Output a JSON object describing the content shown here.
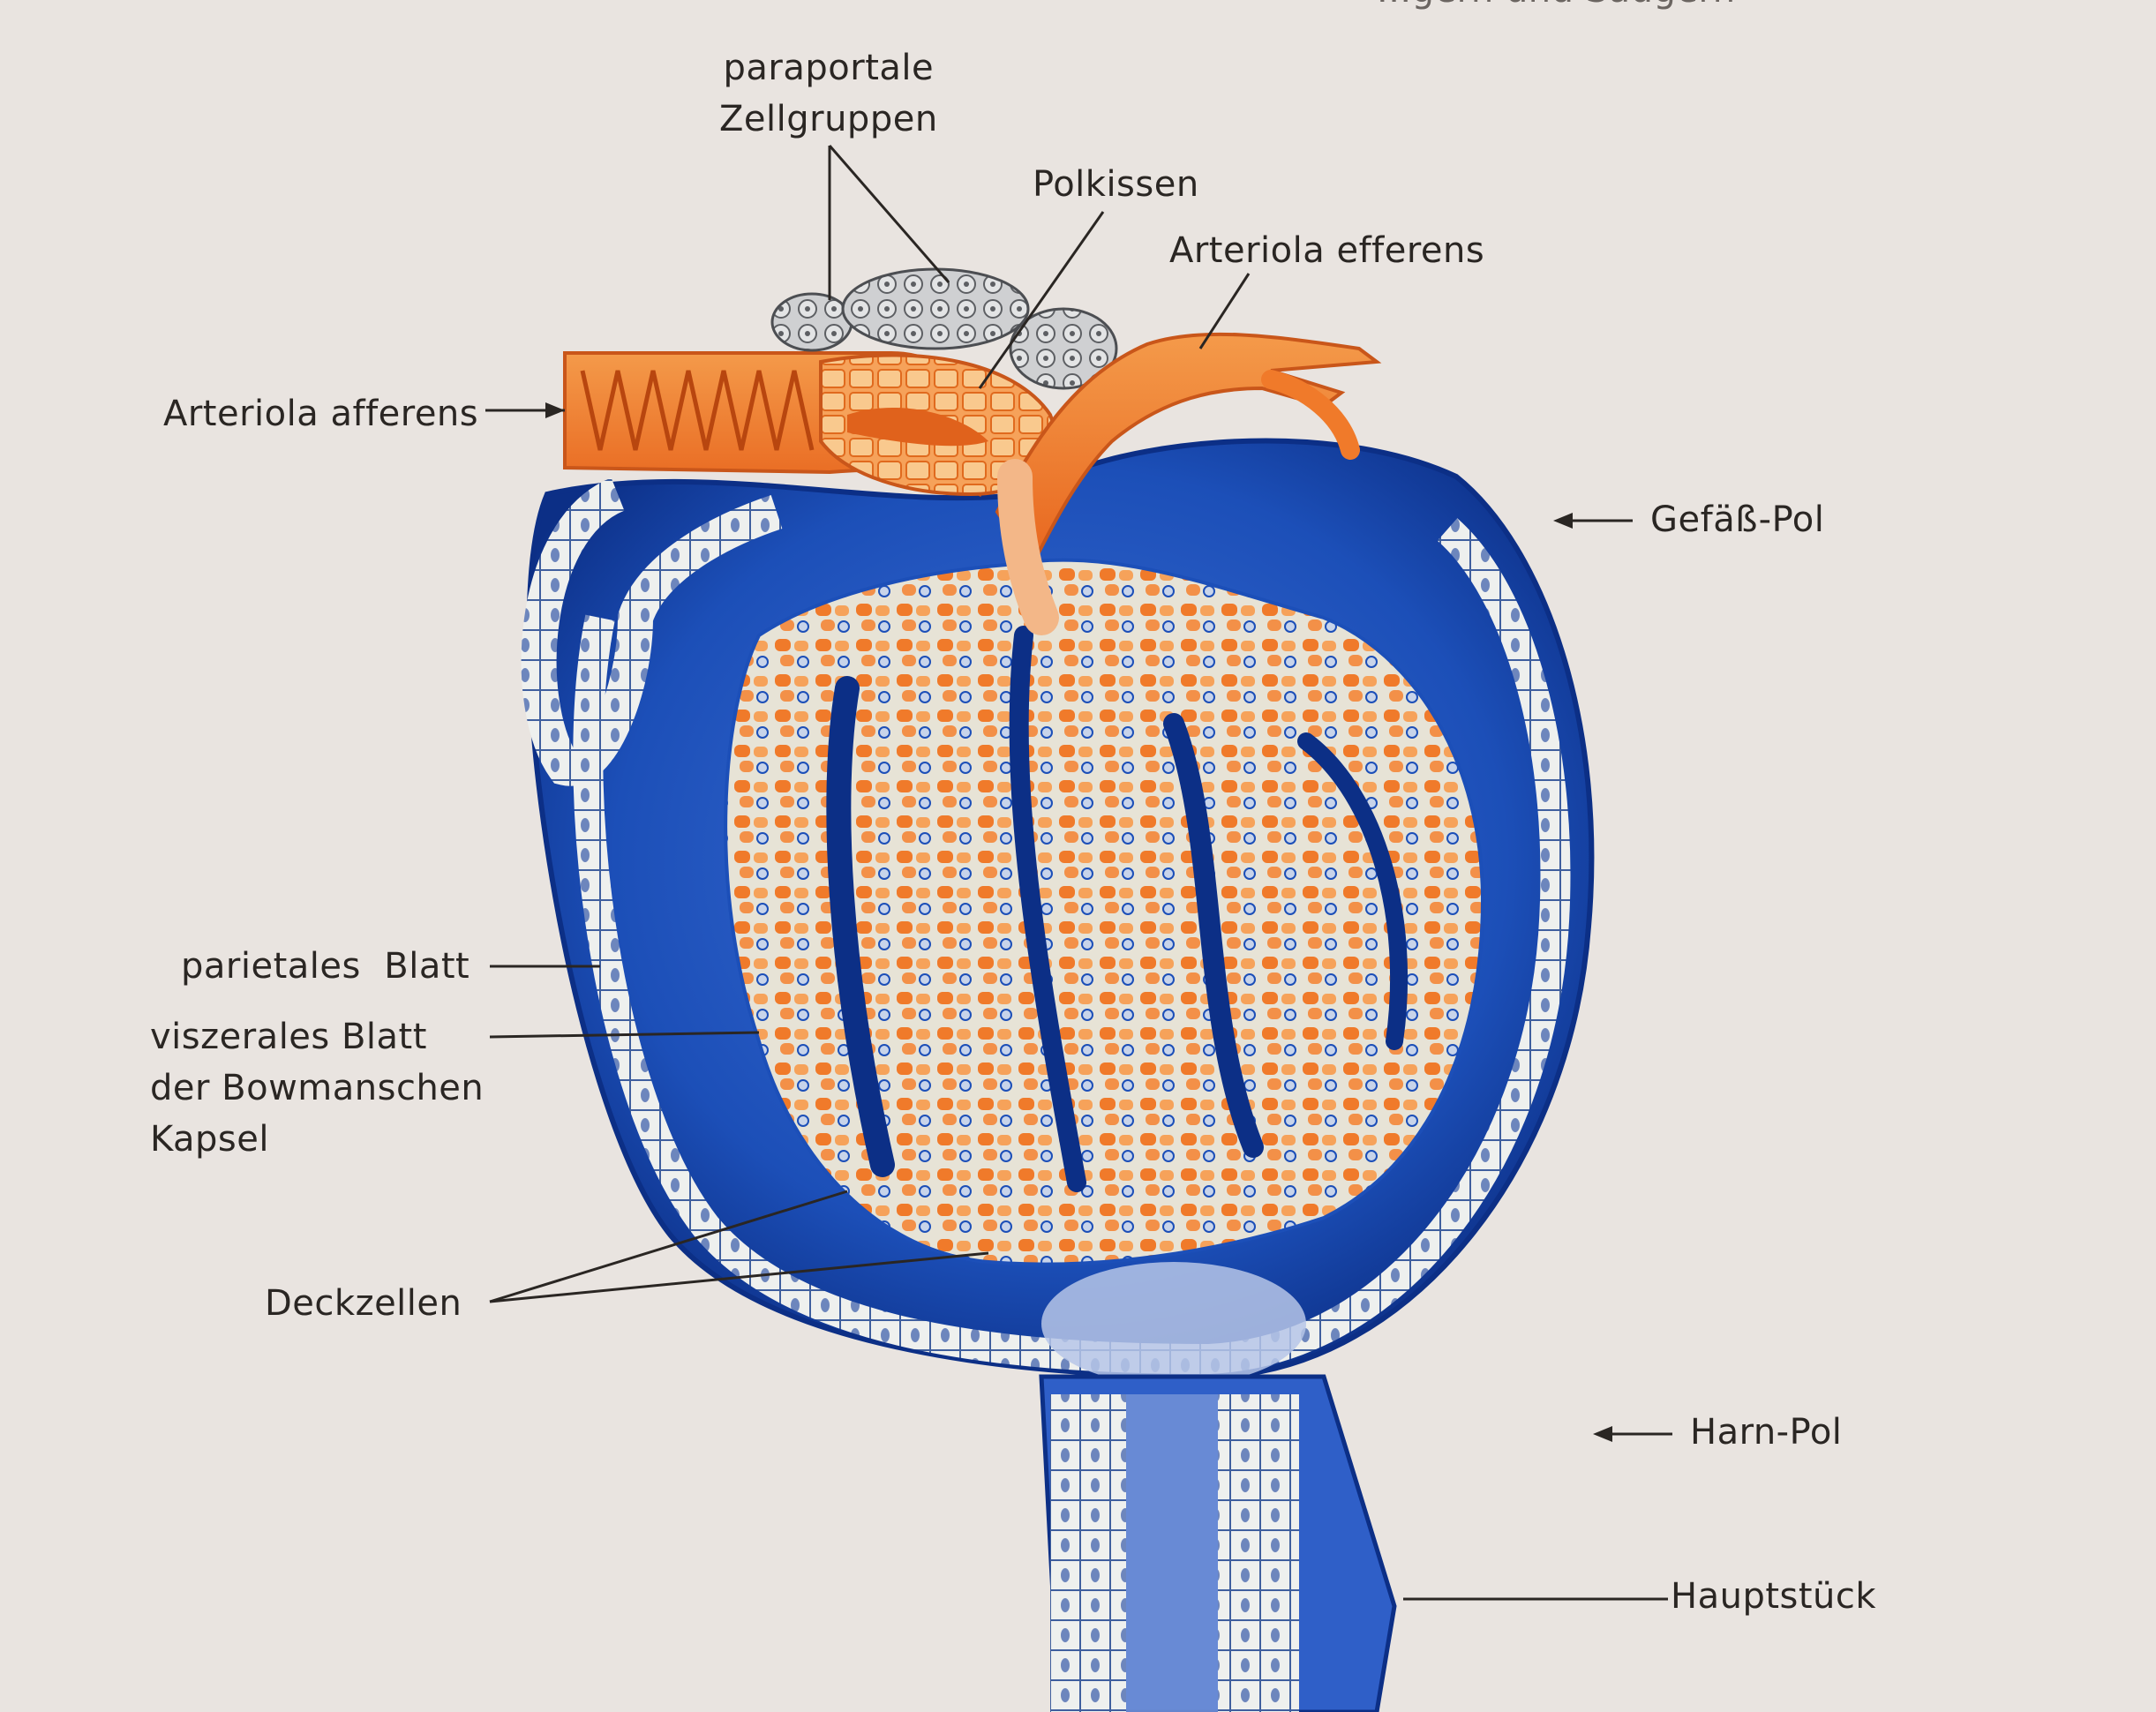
{
  "diagram": {
    "colors": {
      "page": "#e9e4e0",
      "capsule_blue": "#1c4fb8",
      "capsule_dark": "#0c2f86",
      "vessel_orange": "#f07a2a",
      "vessel_light": "#f6b36d",
      "cell_fill": "#eef0ee",
      "label_text": "#2a2623"
    },
    "labels": {
      "header_fragment": "...gern und Säugern",
      "paraportale": "paraportale\nZellgruppen",
      "polkissen": "Polkissen",
      "arteriola_efferens": "Arteriola efferens",
      "arteriola_afferens": "Arteriola afferens",
      "gefaess_pol": "Gefäß-Pol",
      "parietales_blatt": "parietales  Blatt",
      "viszerales_blatt": "viszerales Blatt\nder Bowmanschen\nKapsel",
      "deckzellen": "Deckzellen",
      "harn_pol": "Harn-Pol",
      "hauptstueck": "Hauptstück"
    }
  }
}
